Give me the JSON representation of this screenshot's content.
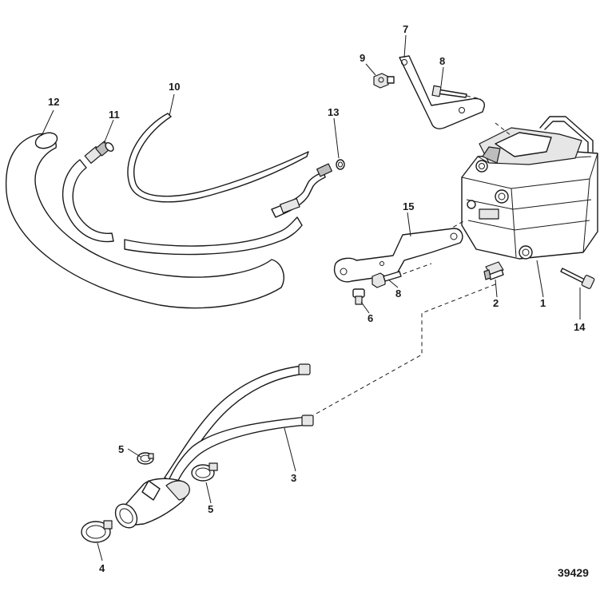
{
  "diagram": {
    "figure_number": "39429",
    "callouts": {
      "c1": "1",
      "c2": "2",
      "c3": "3",
      "c4": "4",
      "c5a": "5",
      "c5b": "5",
      "c6": "6",
      "c7": "7",
      "c8a": "8",
      "c8b": "8",
      "c9": "9",
      "c10": "10",
      "c11": "11",
      "c12": "12",
      "c13": "13",
      "c14": "14",
      "c15": "15"
    }
  }
}
